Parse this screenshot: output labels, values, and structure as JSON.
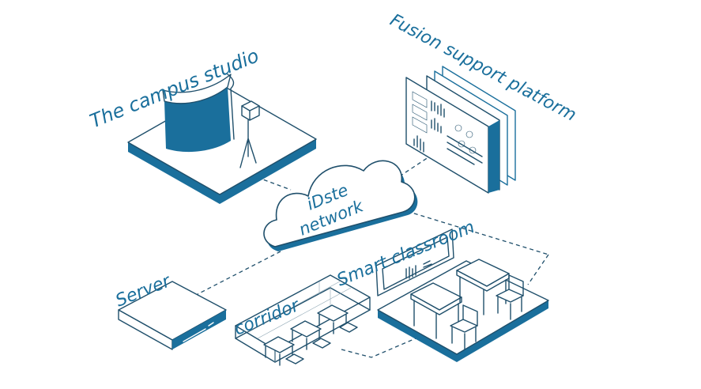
{
  "labels": {
    "studio": "The campus studio",
    "fusion": "Fusion support platform",
    "network_line1": "iDste",
    "network_line2": "network",
    "classroom": "Smart classroom",
    "server": "Server",
    "corridor": "corridor"
  },
  "colors": {
    "accent": "#1a6f9c",
    "outline": "#1f4f6b",
    "panel_edge": "#a9cfe4",
    "background": "#ffffff"
  }
}
